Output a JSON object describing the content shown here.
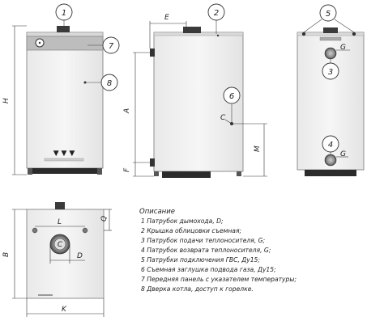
{
  "callouts": [
    "1",
    "2",
    "3",
    "4",
    "5",
    "6",
    "7",
    "8"
  ],
  "dimensions": {
    "H": "H",
    "E": "E",
    "A": "A",
    "F": "F",
    "C": "C",
    "M": "M",
    "G_top": "G",
    "G_bottom": "G",
    "L": "L",
    "Q": "Q",
    "B": "B",
    "K": "K",
    "D": "D",
    "C_plan": "C"
  },
  "legend": {
    "title": "Описание",
    "items": [
      "1 Патрубок дымохода, D;",
      "2 Крышка облицовки съемная;",
      "3 Патрубок подачи теплоносителя, G;",
      "4 Патрубок возврата теплоносителя, G;",
      "5 Патрубки подключения ГВС, Ду15;",
      "6 Съемная заглушка подвода газа, Ду15;",
      "7 Передняя панель с указателем температуры;",
      "8 Дверка котла, доступ к горелке."
    ]
  },
  "colors": {
    "body": "#f2f2f2",
    "outline": "#555555",
    "dark": "#2b2b2b",
    "dim": "#333333"
  }
}
